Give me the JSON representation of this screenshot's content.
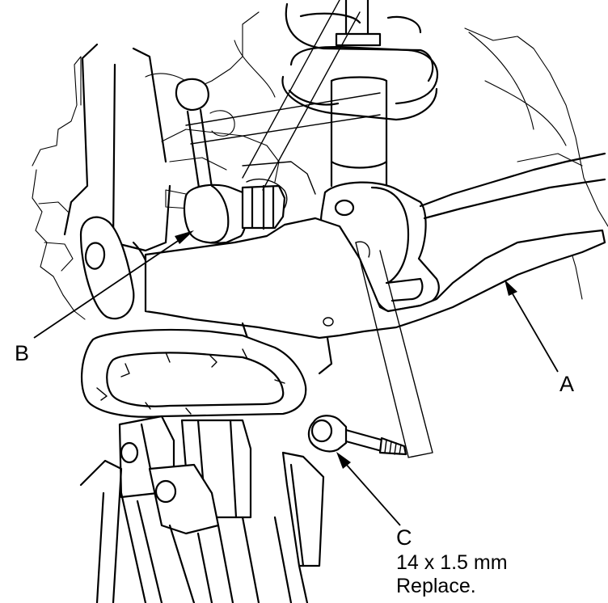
{
  "callouts": {
    "a": {
      "letter": "A"
    },
    "b": {
      "letter": "B"
    },
    "c": {
      "letter": "C",
      "size": "14 x 1.5 mm",
      "note": "Replace."
    }
  }
}
